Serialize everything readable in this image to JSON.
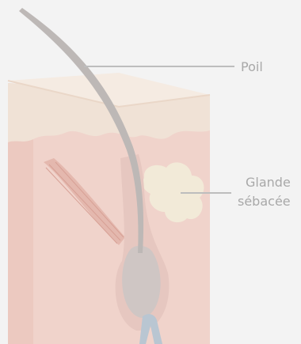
{
  "labels": {
    "hair": "Poil",
    "gland_line1": "Glande",
    "gland_line2": "sébacée"
  },
  "colors": {
    "background": "#f3f3f3",
    "skin_top": "#f5ebe2",
    "skin_layer": "#f0e2d6",
    "dermis": "#f0d3cb",
    "hair": "#bdb8b6",
    "gland": "#f2ead8",
    "leader_line": "#bdbdbd",
    "label_text": "#a8a8a8",
    "papilla": "#b9c6d2"
  }
}
